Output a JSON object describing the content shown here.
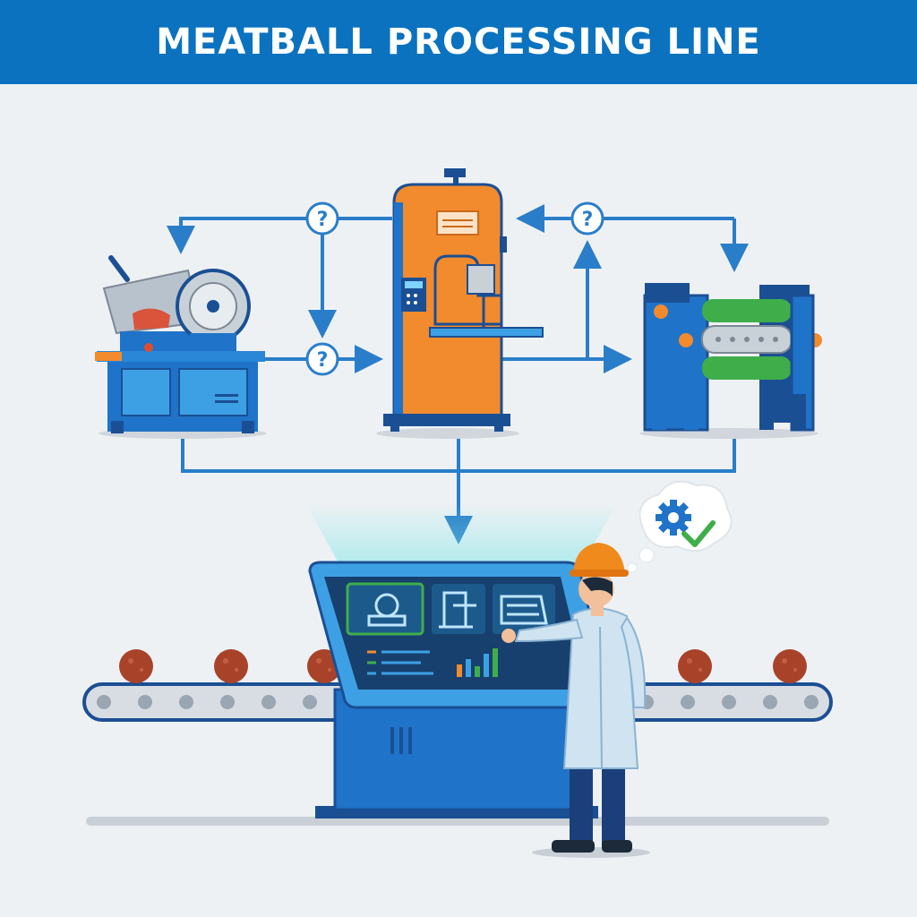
{
  "title": "MEATBALL PROCESSING LINE",
  "diagram": {
    "nodes": [
      {
        "id": "slicer-machine",
        "icon": "slicer-icon"
      },
      {
        "id": "band-saw-machine",
        "icon": "band-saw-icon"
      },
      {
        "id": "roller-former-machine",
        "icon": "roller-icon"
      },
      {
        "id": "control-panel",
        "icon": "touchscreen-icon"
      },
      {
        "id": "operator",
        "icon": "worker-icon"
      },
      {
        "id": "conveyor-belt",
        "icon": "conveyor-icon"
      }
    ],
    "decision_markers": [
      "?",
      "?",
      "?"
    ],
    "thought_bubble": {
      "icons": [
        "gear-icon",
        "check-icon"
      ]
    }
  },
  "colors": {
    "header": "#0b72bf",
    "background": "#eef1f4",
    "machine_blue": "#1f73c8",
    "machine_dark": "#1b4f94",
    "saw_orange": "#f28a2e",
    "roller_green": "#3fae4a",
    "arrow": "#2a7ec9",
    "meatball": "#a8432a",
    "screen": "#17406e",
    "hardhat": "#f08a1c",
    "coat": "#cfe3f1"
  }
}
